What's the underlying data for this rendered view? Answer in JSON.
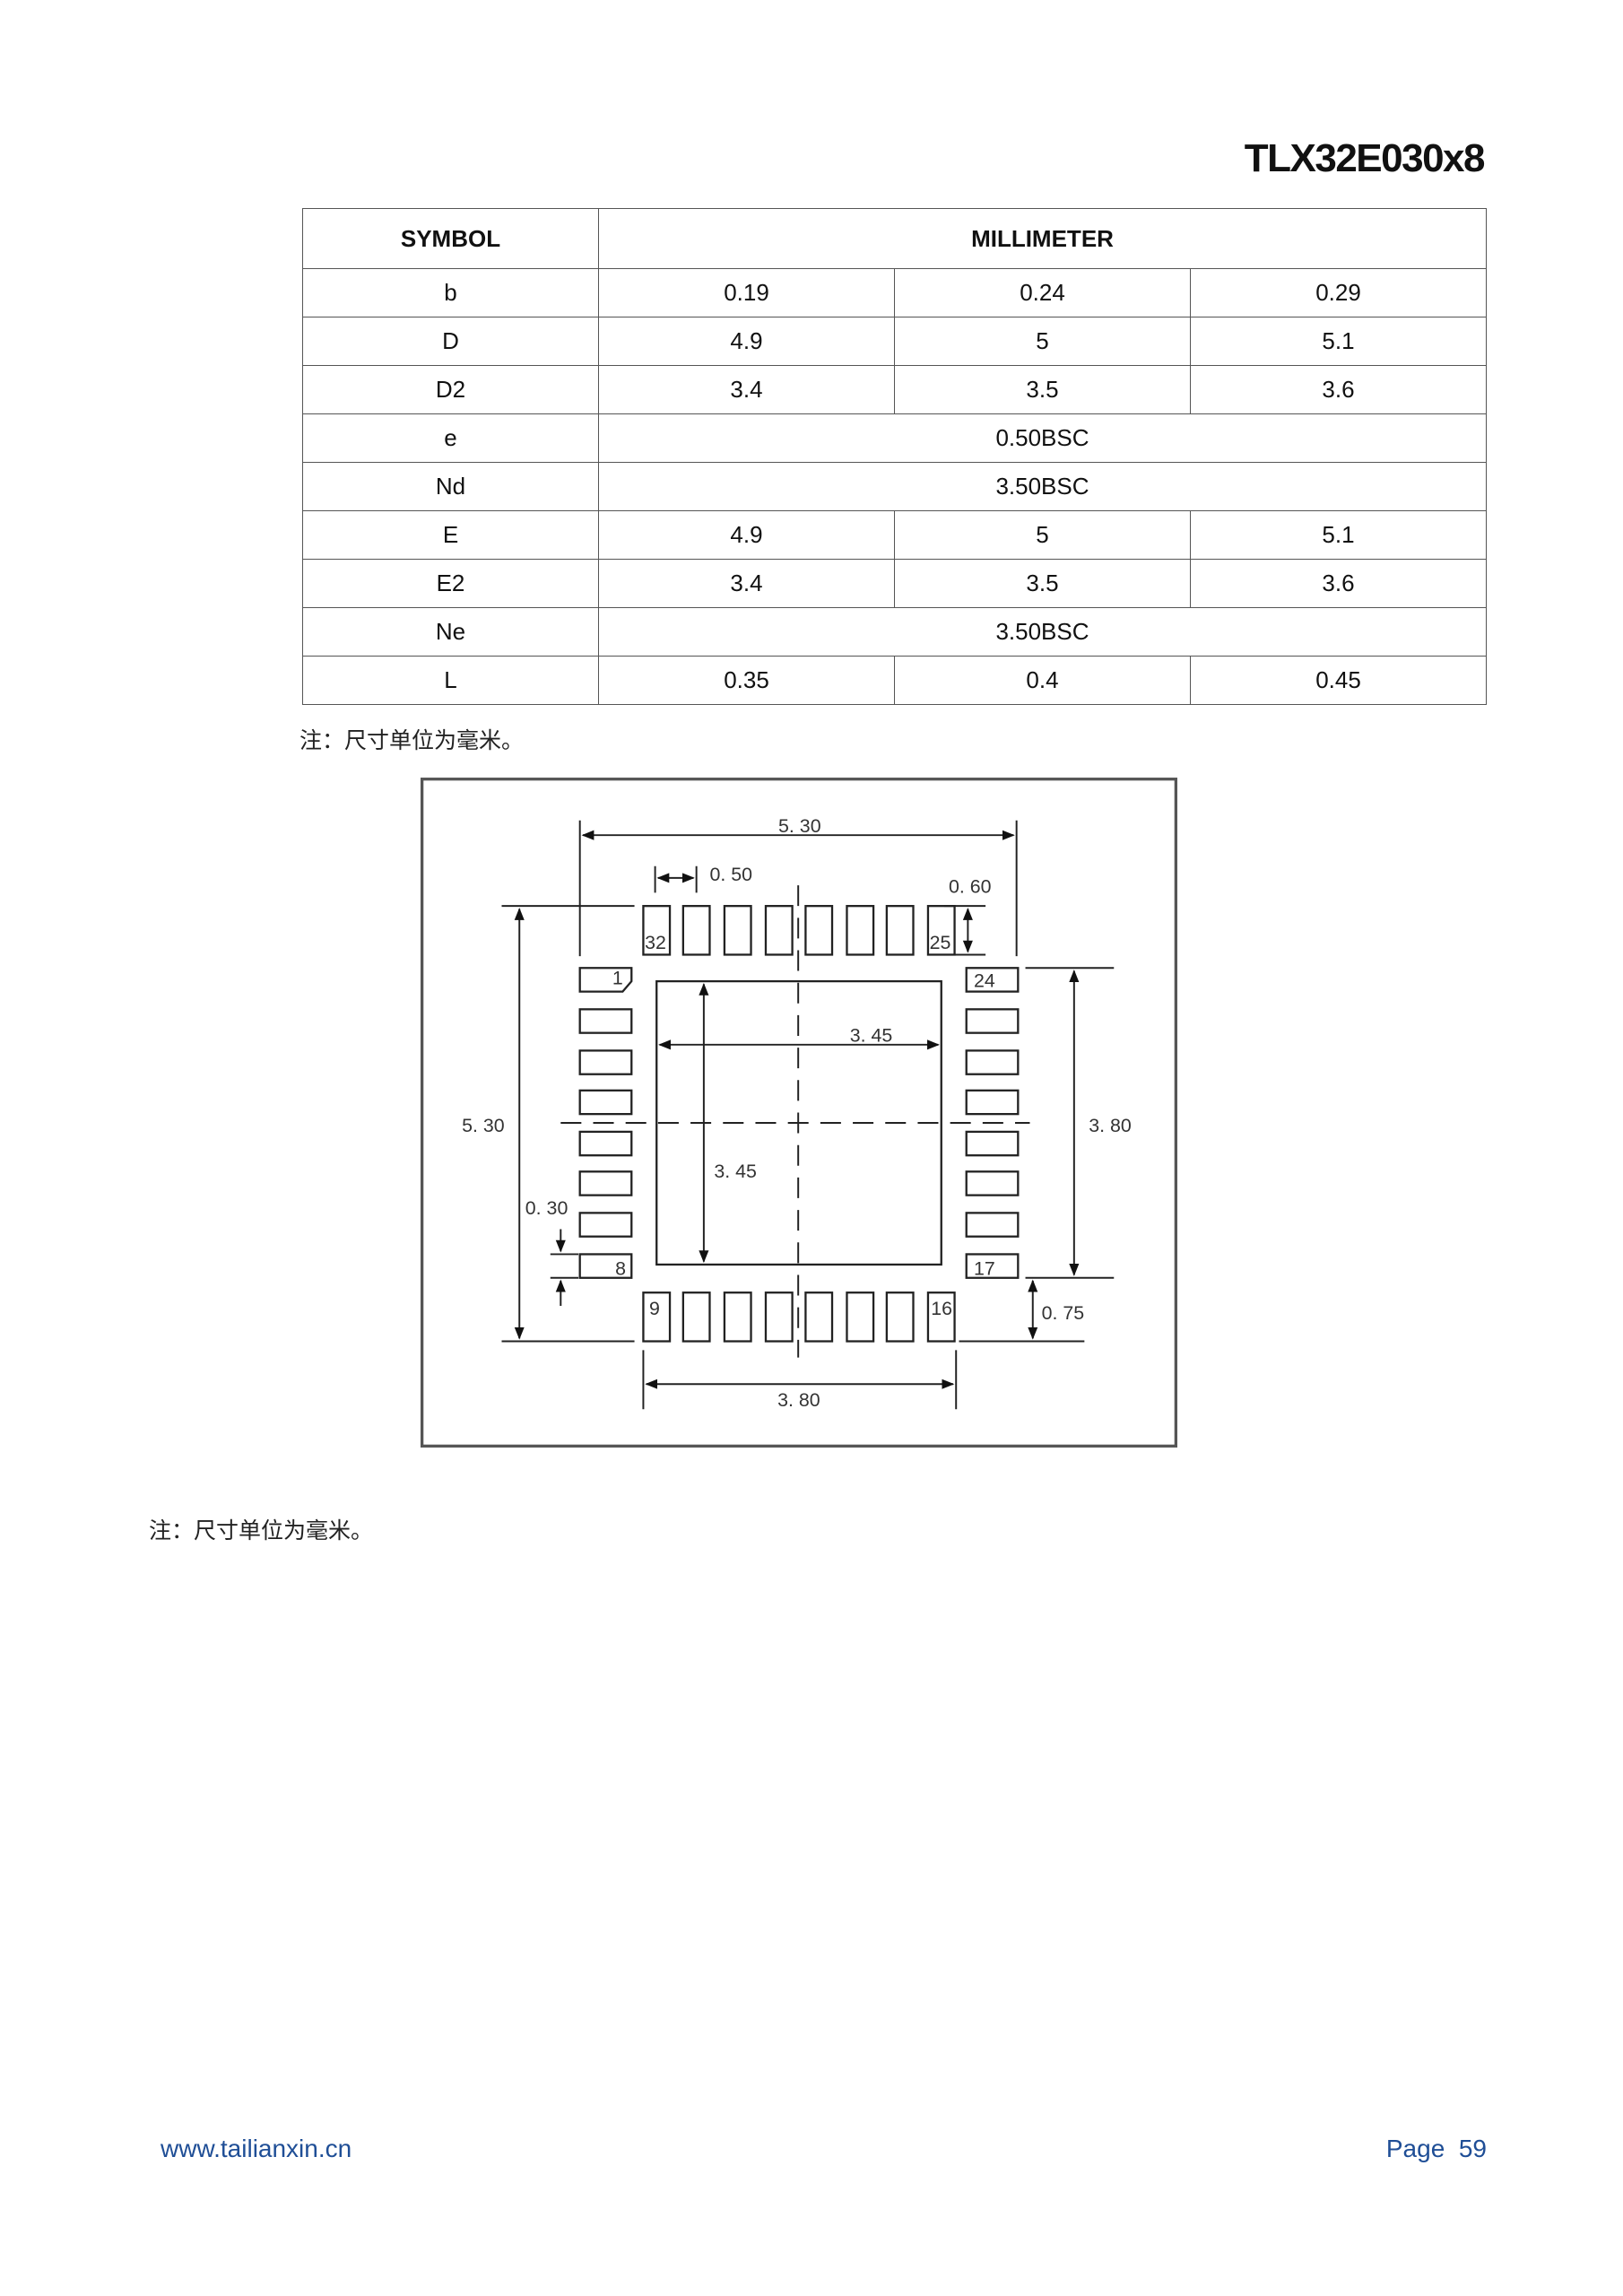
{
  "header": {
    "title": "TLX32E030x8"
  },
  "table": {
    "headers": [
      "SYMBOL",
      "MILLIMETER"
    ],
    "rows": [
      {
        "symbol": "b",
        "values": [
          "0.19",
          "0.24",
          "0.29"
        ]
      },
      {
        "symbol": "D",
        "values": [
          "4.9",
          "5",
          "5.1"
        ]
      },
      {
        "symbol": "D2",
        "values": [
          "3.4",
          "3.5",
          "3.6"
        ]
      },
      {
        "symbol": "e",
        "values": [
          "0.50BSC"
        ]
      },
      {
        "symbol": "Nd",
        "values": [
          "3.50BSC"
        ]
      },
      {
        "symbol": "E",
        "values": [
          "4.9",
          "5",
          "5.1"
        ]
      },
      {
        "symbol": "E2",
        "values": [
          "3.4",
          "3.5",
          "3.6"
        ]
      },
      {
        "symbol": "Ne",
        "values": [
          "3.50BSC"
        ]
      },
      {
        "symbol": "L",
        "values": [
          "0.35",
          "0.4",
          "0.45"
        ]
      }
    ]
  },
  "notes": {
    "table_note": "注：尺寸单位为毫米。",
    "diagram_note": "注：尺寸单位为毫米。"
  },
  "diagram": {
    "dims": {
      "top_width": "5. 30",
      "pitch": "0. 50",
      "pad_length": "0. 60",
      "pad_width_h": "3. 45",
      "pad_height_v": "3. 45",
      "left_height": "5. 30",
      "right_span": "3. 80",
      "bottom_span": "3. 80",
      "pad_gap": "0. 30",
      "offset": "0. 75"
    },
    "pins": {
      "p32": "32",
      "p25": "25",
      "p1": "1",
      "p24": "24",
      "p8": "8",
      "p17": "17",
      "p9": "9",
      "p16": "16"
    }
  },
  "footer": {
    "website": "www.tailianxin.cn",
    "page_label": "Page",
    "page_number": "59"
  }
}
